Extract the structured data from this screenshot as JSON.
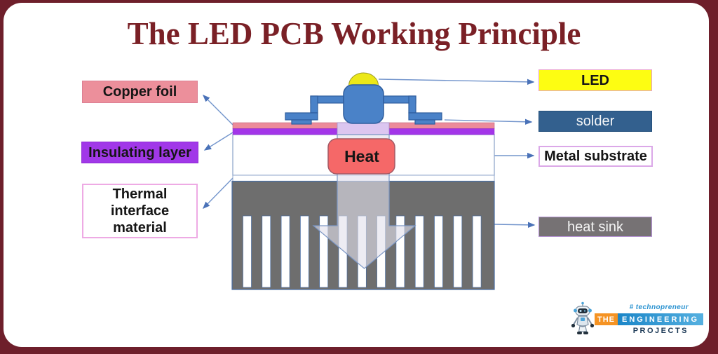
{
  "title": "The LED PCB Working Principle",
  "left_labels": [
    {
      "text": "Copper foil"
    },
    {
      "text": "Insulating layer"
    },
    {
      "text": "Thermal interface material"
    }
  ],
  "right_labels": [
    {
      "text": "LED"
    },
    {
      "text": "solder"
    },
    {
      "text": "Metal substrate"
    },
    {
      "text": "heat sink"
    }
  ],
  "diagram": {
    "heat_label": "Heat"
  },
  "logo": {
    "hashtag": "# technopreneur",
    "word_the": "THE",
    "word_engineering": "ENGINEERING",
    "word_projects": "PROJECTS",
    "robot_icon": "robot-icon"
  },
  "colors": {
    "border_maroon": "#6e1f2b",
    "title_maroon": "#7a2026",
    "copper_pink": "#ec8f9b",
    "insulating_purple": "#a138e8",
    "led_yellow": "#fdfd12",
    "solder_navy": "#33608e",
    "heat_red": "#f56868",
    "heat_sink_gray": "#6e6e6e",
    "chip_blue": "#4a82c8",
    "connector_blue": "#7395cc",
    "brand_orange": "#f59323",
    "brand_blue": "#2b8ac9"
  }
}
